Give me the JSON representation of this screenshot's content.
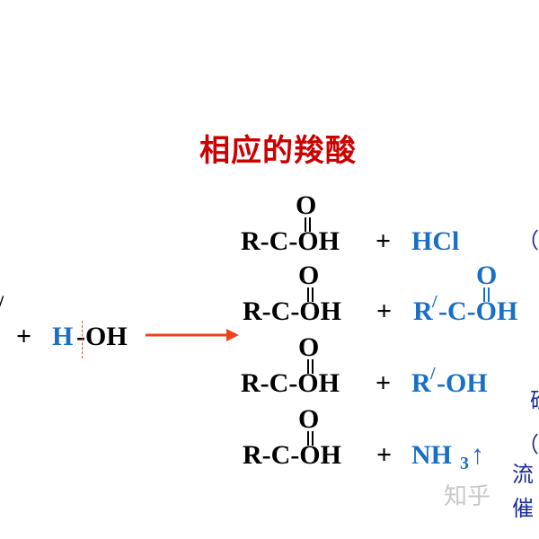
{
  "title": "相应的羧酸",
  "reactant": {
    "r_prime_partial": "/",
    "plus": "+",
    "water_h": "H",
    "water_oh": "-OH"
  },
  "rows": [
    {
      "carbonyl_o": "O",
      "acid": "R-C-OH",
      "plus": "+",
      "byproduct": "HCl",
      "note": "（"
    },
    {
      "carbonyl_o": "O",
      "acid": "R-C-OH",
      "plus": "+",
      "byproduct_r": "R",
      "byproduct_prime": "/",
      "byproduct_rest": "-C-OH",
      "byproduct_o": "O"
    },
    {
      "carbonyl_o": "O",
      "acid": "R-C-OH",
      "plus": "+",
      "byproduct_r": "R",
      "byproduct_prime": "/",
      "byproduct_rest": "-OH",
      "note": "硷"
    },
    {
      "carbonyl_o": "O",
      "acid": "R-C-OH",
      "plus": "+",
      "byproduct_base": "NH",
      "byproduct_sub": "3",
      "byproduct_arrow": "↑",
      "note_paren": "（",
      "note_1": "流",
      "note_2": "催"
    }
  ],
  "watermark": "知乎",
  "colors": {
    "title": "#cc0000",
    "formula": "#000000",
    "byproduct": "#1a6fc4",
    "side_note": "#1a2a9a",
    "arrow": "#e8451e",
    "cleavage_line": "#d65a2a"
  }
}
